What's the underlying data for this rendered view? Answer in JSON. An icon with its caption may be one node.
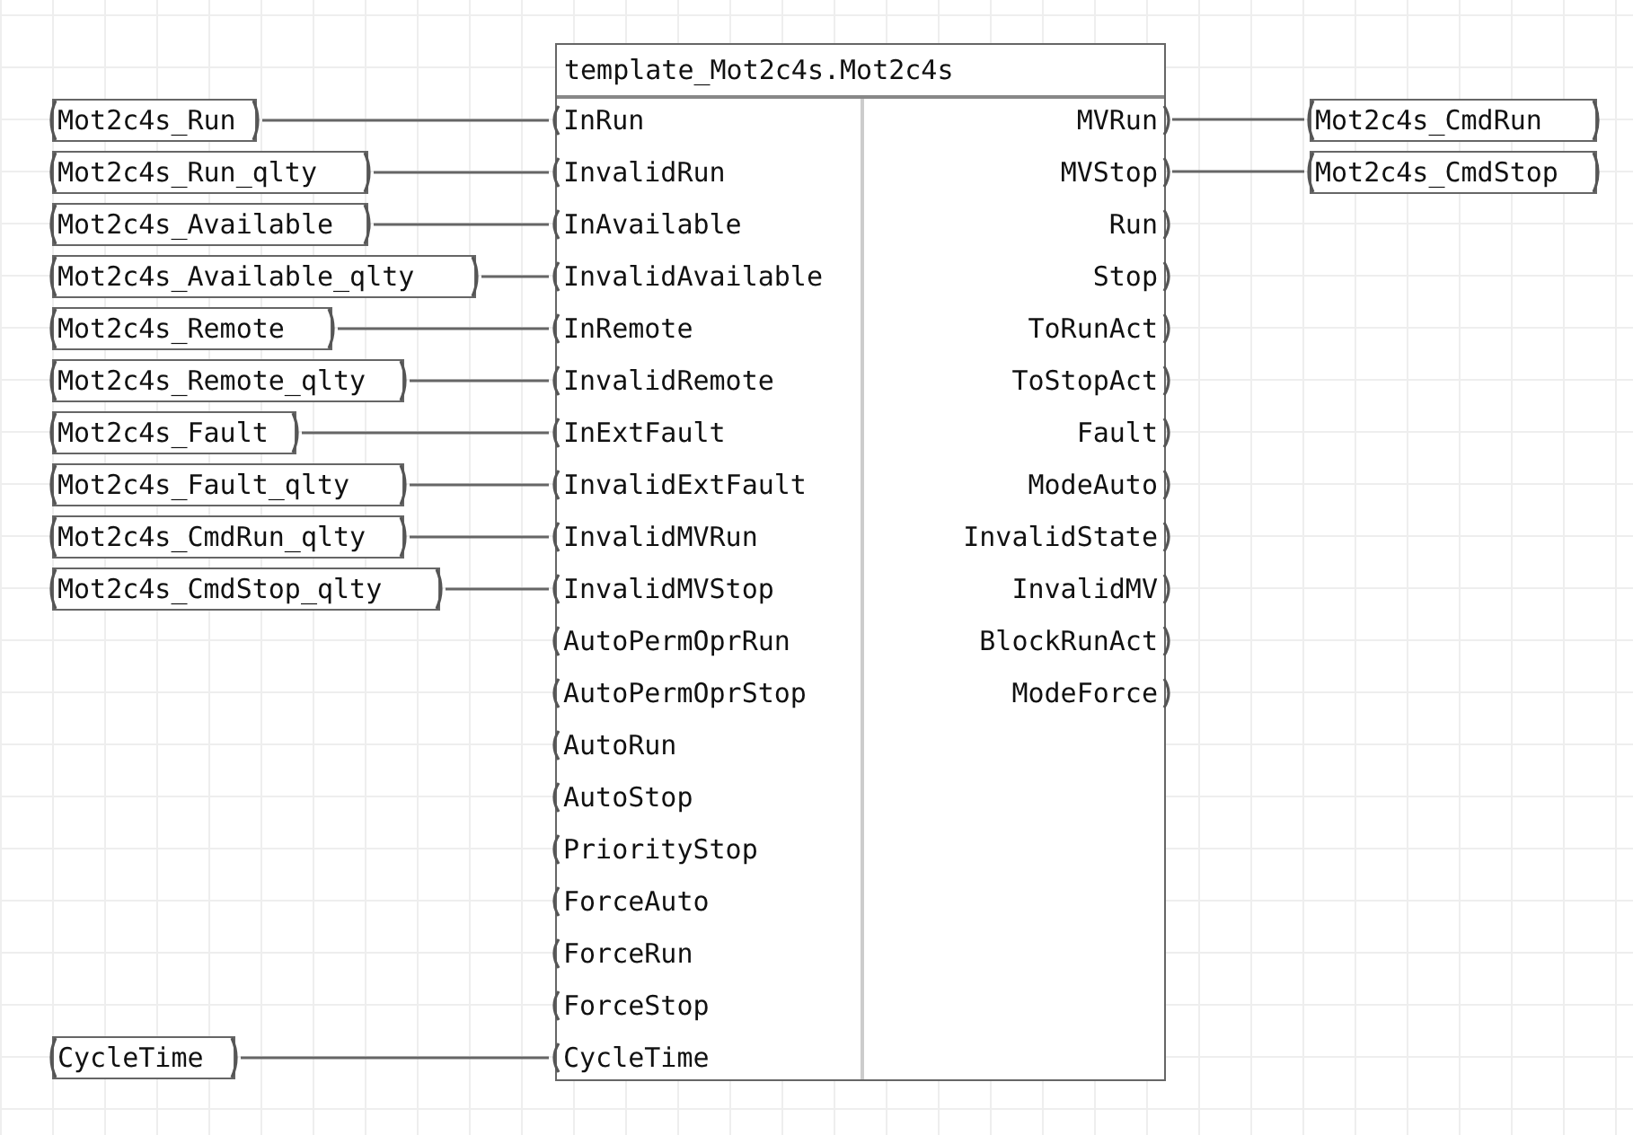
{
  "diagram": {
    "nodes": [
      {
        "text": [
          "template_Mot2c4s.Mot2c4s"
        ]
      },
      {
        "text": [
          "InRun"
        ],
        "in": 0
      },
      {
        "text": [
          "InvalidRun"
        ],
        "in": 0
      },
      {
        "text": [
          "InAvailable"
        ],
        "in": 0
      },
      {
        "text": [
          "InvalidAvailable"
        ],
        "in": 0
      },
      {
        "text": [
          "InRemote"
        ],
        "in": 0
      },
      {
        "text": [
          "InvalidRemote"
        ],
        "in": 0
      },
      {
        "text": [
          "InExtFault"
        ],
        "in": 0
      },
      {
        "text": [
          "InvalidExtFault"
        ],
        "in": 0
      },
      {
        "text": [
          "InvalidMVRun"
        ],
        "in": 0
      },
      {
        "text": [
          "InvalidMVStop"
        ],
        "in": 0
      },
      {
        "text": [
          "AutoPermOprRun"
        ],
        "in": 0
      },
      {
        "text": [
          "AutoPermOprStop"
        ],
        "in": 0
      },
      {
        "text": [
          "AutoRun"
        ],
        "in": 0
      },
      {
        "text": [
          "AutoStop"
        ],
        "in": 0
      },
      {
        "text": [
          "PriorityStop"
        ],
        "in": 0
      },
      {
        "text": [
          "ForceAuto"
        ],
        "in": 0
      },
      {
        "text": [
          "ForceRun"
        ],
        "in": 0
      },
      {
        "text": [
          "ForceStop"
        ],
        "in": 0
      },
      {
        "text": [
          "CycleTime"
        ],
        "in": 0
      },
      {
        "text": [
          "MVRun"
        ],
        "in": 0
      },
      {
        "text": [
          "MVStop"
        ],
        "in": 0
      },
      {
        "text": [
          "Run"
        ],
        "in": 0
      },
      {
        "text": [
          "Stop"
        ],
        "in": 0
      },
      {
        "text": [
          "ToRunAct"
        ],
        "in": 0
      },
      {
        "text": [
          "ToStopAct"
        ],
        "in": 0
      },
      {
        "text": [
          "Fault"
        ],
        "in": 0
      },
      {
        "text": [
          "ModeAuto"
        ],
        "in": 0
      },
      {
        "text": [
          "InvalidState"
        ],
        "in": 0
      },
      {
        "text": [
          "InvalidMV"
        ],
        "in": 0
      },
      {
        "text": [
          "BlockRunAct"
        ],
        "in": 0
      },
      {
        "text": [
          "ModeForce"
        ],
        "in": 0
      },
      {
        "text": [
          "Mot2c4s_Run"
        ]
      },
      {
        "text": [
          "Mot2c4s_Run_qlty"
        ]
      },
      {
        "text": [
          "Mot2c4s_Available"
        ]
      },
      {
        "text": [
          "Mot2c4s_Available_qlty"
        ]
      },
      {
        "text": [
          "Mot2c4s_Remote"
        ]
      },
      {
        "text": [
          "Mot2c4s_Remote_qlty"
        ]
      },
      {
        "text": [
          "Mot2c4s_Fault"
        ]
      },
      {
        "text": [
          "Mot2c4s_Fault_qlty"
        ]
      },
      {
        "text": [
          "Mot2c4s_CmdRun_qlty"
        ]
      },
      {
        "text": [
          "Mot2c4s_CmdStop_qlty"
        ]
      },
      {
        "text": [
          "CycleTime"
        ]
      },
      {
        "text": [
          "Mot2c4s_CmdRun"
        ]
      },
      {
        "text": [
          "Mot2c4s_CmdStop"
        ]
      }
    ],
    "edges": [
      {
        "from": 32,
        "to": 1,
        "arrow": "none"
      },
      {
        "from": 33,
        "to": 2,
        "arrow": "none"
      },
      {
        "from": 34,
        "to": 3,
        "arrow": "none"
      },
      {
        "from": 35,
        "to": 4,
        "arrow": "none"
      },
      {
        "from": 36,
        "to": 5,
        "arrow": "none"
      },
      {
        "from": 37,
        "to": 6,
        "arrow": "none"
      },
      {
        "from": 38,
        "to": 7,
        "arrow": "none"
      },
      {
        "from": 39,
        "to": 8,
        "arrow": "none"
      },
      {
        "from": 40,
        "to": 9,
        "arrow": "none"
      },
      {
        "from": 41,
        "to": 10,
        "arrow": "none"
      },
      {
        "from": 42,
        "to": 19,
        "arrow": "none"
      },
      {
        "from": 20,
        "to": 43,
        "arrow": "none"
      },
      {
        "from": 21,
        "to": 44,
        "arrow": "none"
      }
    ]
  }
}
